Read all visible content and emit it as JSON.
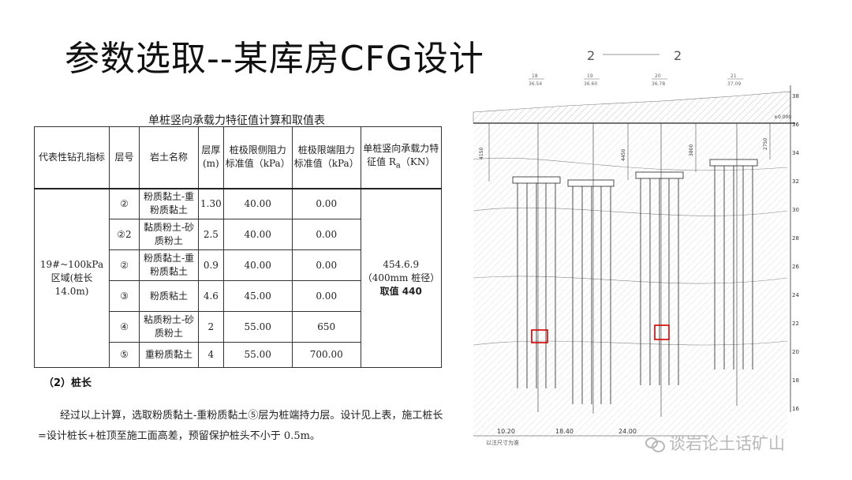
{
  "title": "参数选取--某库房CFG设计",
  "table": {
    "caption": "单桩竖向承载力特征值计算和取值表",
    "headers": {
      "borehole": "代表性钻孔指标",
      "layer": "层号",
      "soil": "岩土名称",
      "thickness": "层厚(m)",
      "side": "桩极限侧阻力标准值（kPa）",
      "end": "桩极限端阻力标准值（kPa）",
      "capacity_main": "单桩竖向承载力特征值 R",
      "capacity_sub": "a",
      "capacity_unit": "（KN）"
    },
    "borehole_value": "19#~100kPa 区域(桩长 14.0m)",
    "capacity_value": "454.6.9（400mm 桩径）",
    "capacity_adopted": "取值 440",
    "rows": [
      {
        "layer": "②",
        "soil": "粉质黏土-重粉质黏土",
        "thickness": "1.30",
        "side": "40.00",
        "end": "0.00"
      },
      {
        "layer": "②2",
        "soil": "黏质粉土-砂质粉土",
        "thickness": "2.5",
        "side": "40.00",
        "end": "0.00"
      },
      {
        "layer": "②",
        "soil": "粉质黏土-重粉质黏土",
        "thickness": "0.9",
        "side": "40.00",
        "end": "0.00"
      },
      {
        "layer": "③",
        "soil": "粉质粘土",
        "thickness": "4.6",
        "side": "45.00",
        "end": "0.00"
      },
      {
        "layer": "④",
        "soil": "粘质粉土-砂质粉土",
        "thickness": "2",
        "side": "55.00",
        "end": "650"
      },
      {
        "layer": "⑤",
        "soil": "重粉质黏土",
        "thickness": "4",
        "side": "55.00",
        "end": "700.00"
      }
    ]
  },
  "section_heading": "（2）桩长",
  "paragraph": "经过以上计算，选取粉质黏土-重粉质黏土⑤层为桩端持力层。设计见上表，施工桩长=设计桩长+桩顶至施工面高差，预留保护桩头不小于 0.5m。",
  "drawing": {
    "section_label_left": "2",
    "section_label_right": "2",
    "boreholes": [
      {
        "id": "18",
        "elev": "36.54"
      },
      {
        "id": "19",
        "elev": "36.60"
      },
      {
        "id": "20",
        "elev": "36.78"
      },
      {
        "id": "21",
        "elev": "37.09"
      }
    ],
    "datum": "±0.000",
    "dim_left": "4150",
    "dim_mid": "4450",
    "dim_right": "3800",
    "dim_far": "2750",
    "scale_ticks": [
      "38",
      "36",
      "34",
      "32",
      "30",
      "28",
      "26",
      "24",
      "22",
      "20",
      "18",
      "16"
    ],
    "spacings": [
      "10.20",
      "18.40",
      "24.00"
    ],
    "footer_note": "以注尺寸为准"
  },
  "watermark": "谈岩论土话矿山",
  "colors": {
    "highlight": "#d40000",
    "watermark": "#b8b8b8"
  }
}
